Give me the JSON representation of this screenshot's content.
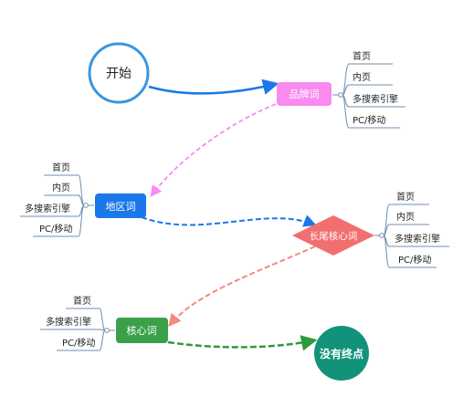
{
  "nodes": {
    "start": {
      "label": "开始",
      "color": "#3a96e0"
    },
    "brand": {
      "label": "品牌词",
      "color": "#f98af0"
    },
    "region": {
      "label": "地区词",
      "color": "#1a78e8"
    },
    "longtail": {
      "label": "长尾核心词",
      "color": "#f26f6f"
    },
    "core": {
      "label": "核心词",
      "color": "#3aa14a"
    },
    "end": {
      "label": "没有终点",
      "color": "#13927a"
    }
  },
  "branches": {
    "brand": [
      "首页",
      "内页",
      "多搜索引擎",
      "PC/移动"
    ],
    "region": [
      "首页",
      "内页",
      "多搜索引擎",
      "PC/移动"
    ],
    "longtail": [
      "首页",
      "内页",
      "多搜索引擎",
      "PC/移动"
    ],
    "core": [
      "首页",
      "多搜索引擎",
      "PC/移动"
    ]
  },
  "colors": {
    "branch_line": "#6f8fb0",
    "connector_blue": "#1a78e8",
    "connector_pink": "#f98af0",
    "connector_red": "#f28a80",
    "connector_green": "#2f9a3a"
  }
}
